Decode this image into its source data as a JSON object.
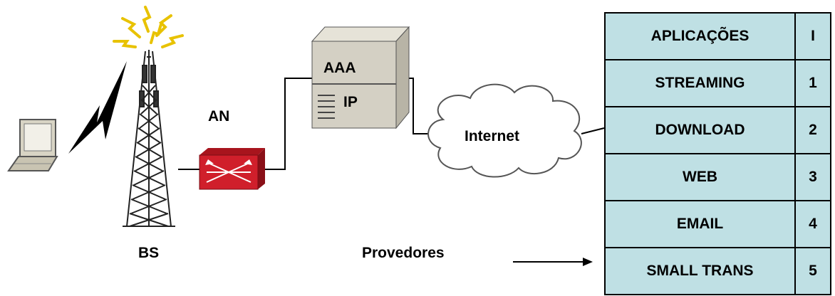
{
  "labels": {
    "an": "AN",
    "bs": "BS",
    "aaa": "AAA",
    "ip": "IP",
    "internet": "Internet",
    "provedores": "Provedores"
  },
  "table": {
    "header": {
      "name": "APLICAÇÕES",
      "num": "I"
    },
    "rows": [
      {
        "name": "STREAMING",
        "num": "1"
      },
      {
        "name": "DOWNLOAD",
        "num": "2"
      },
      {
        "name": "WEB",
        "num": "3"
      },
      {
        "name": "EMAIL",
        "num": "4"
      },
      {
        "name": "SMALL TRANS",
        "num": "5"
      }
    ]
  },
  "colors": {
    "table_fill": "#bfe0e4",
    "server_fill": "#d4d0c4",
    "switch_fill": "#d01f2b",
    "spark": "#e8c200"
  }
}
